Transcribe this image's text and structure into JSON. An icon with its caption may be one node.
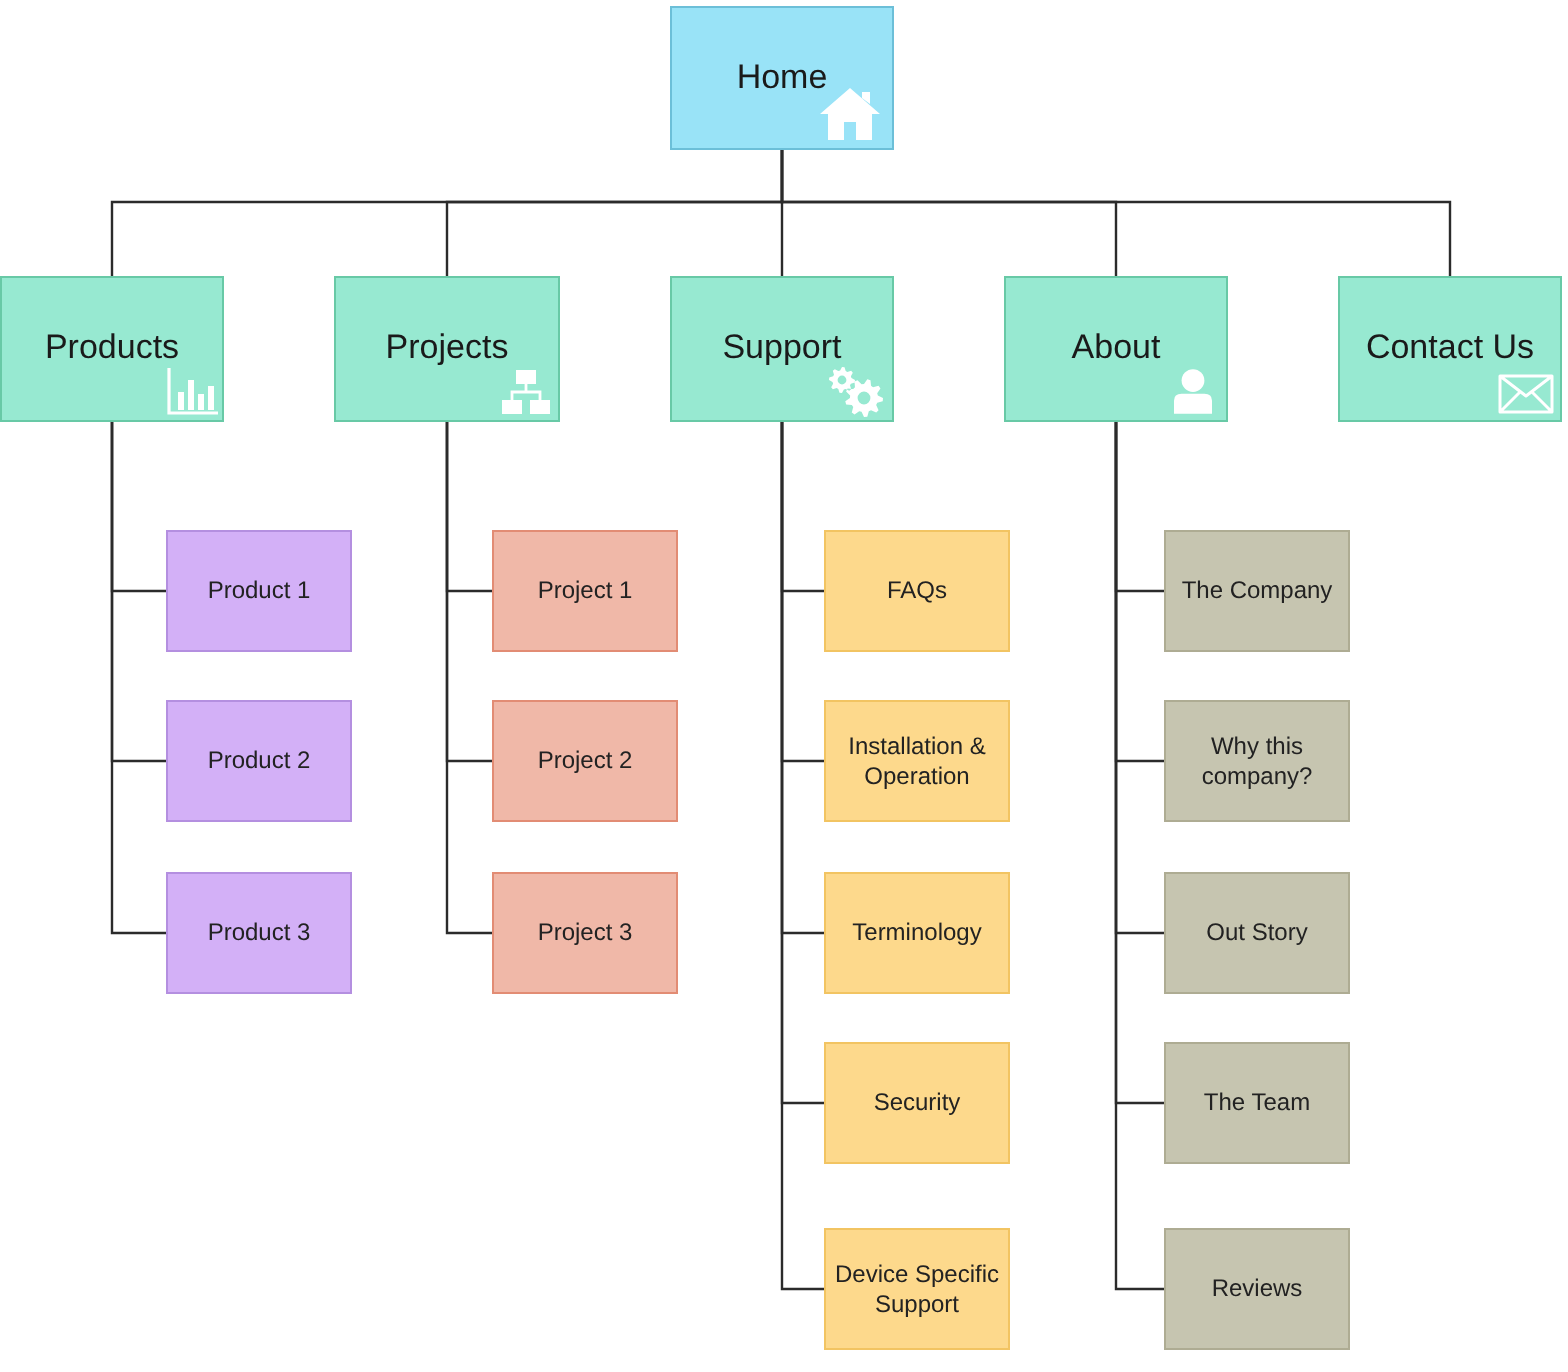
{
  "diagram": {
    "nodes": [
      {
        "text": [
          "Home"
        ]
      },
      {
        "text": [
          "Products"
        ]
      },
      {
        "text": [
          "Projects"
        ]
      },
      {
        "text": [
          "Support"
        ]
      },
      {
        "text": [
          "About"
        ]
      },
      {
        "text": [
          "Contact Us"
        ]
      },
      {
        "text": [
          "Product 1"
        ]
      },
      {
        "text": [
          "Product 2"
        ]
      },
      {
        "text": [
          "Product 3"
        ]
      },
      {
        "text": [
          "Project 1"
        ]
      },
      {
        "text": [
          "Project 2"
        ]
      },
      {
        "text": [
          "Project 3"
        ]
      },
      {
        "text": [
          "FAQs"
        ]
      },
      {
        "text": [
          "Installation & Operation"
        ]
      },
      {
        "text": [
          "Terminology"
        ]
      },
      {
        "text": [
          "Security"
        ]
      },
      {
        "text": [
          "Device Specific Support"
        ]
      },
      {
        "text": [
          "The Company"
        ]
      },
      {
        "text": [
          "Why this company?"
        ]
      },
      {
        "text": [
          "Out Story"
        ]
      },
      {
        "text": [
          "The Team"
        ]
      },
      {
        "text": [
          "Reviews"
        ]
      }
    ],
    "edges": [
      {
        "from": 0,
        "to": 1,
        "arrow": "none"
      },
      {
        "from": 0,
        "to": 2,
        "arrow": "none"
      },
      {
        "from": 0,
        "to": 3,
        "arrow": "none"
      },
      {
        "from": 0,
        "to": 4,
        "arrow": "none"
      },
      {
        "from": 0,
        "to": 5,
        "arrow": "none"
      },
      {
        "from": 1,
        "to": 6,
        "arrow": "none"
      },
      {
        "from": 1,
        "to": 7,
        "arrow": "none"
      },
      {
        "from": 1,
        "to": 8,
        "arrow": "none"
      },
      {
        "from": 2,
        "to": 9,
        "arrow": "none"
      },
      {
        "from": 2,
        "to": 10,
        "arrow": "none"
      },
      {
        "from": 2,
        "to": 11,
        "arrow": "none"
      },
      {
        "from": 3,
        "to": 12,
        "arrow": "none"
      },
      {
        "from": 3,
        "to": 13,
        "arrow": "none"
      },
      {
        "from": 3,
        "to": 14,
        "arrow": "none"
      },
      {
        "from": 3,
        "to": 15,
        "arrow": "none"
      },
      {
        "from": 3,
        "to": 16,
        "arrow": "none"
      },
      {
        "from": 4,
        "to": 17,
        "arrow": "none"
      },
      {
        "from": 4,
        "to": 18,
        "arrow": "none"
      },
      {
        "from": 4,
        "to": 19,
        "arrow": "none"
      },
      {
        "from": 4,
        "to": 20,
        "arrow": "none"
      },
      {
        "from": 4,
        "to": 21,
        "arrow": "none"
      }
    ]
  }
}
